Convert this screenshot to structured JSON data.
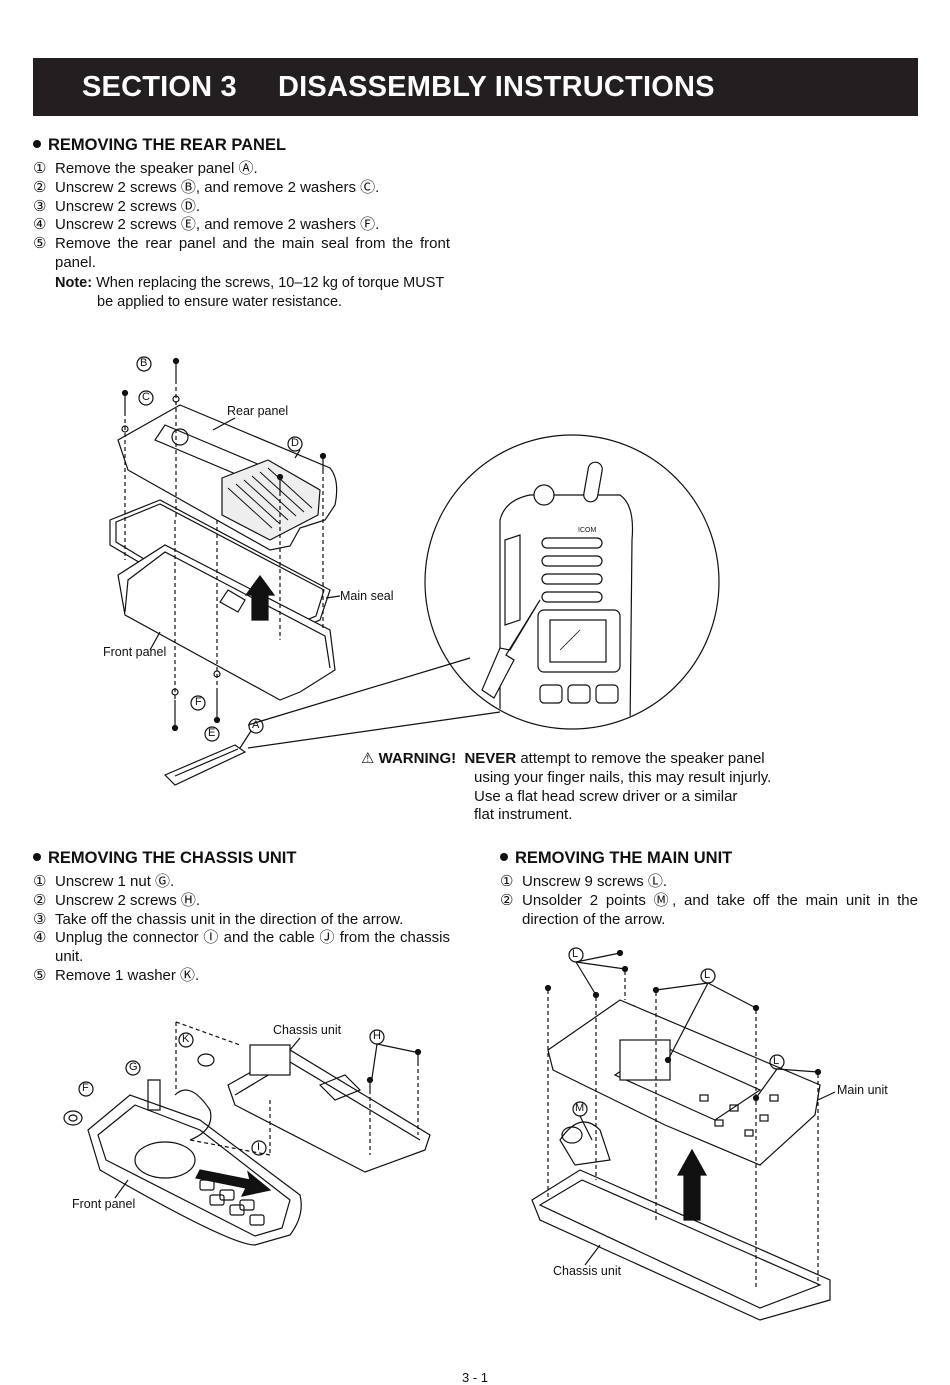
{
  "header": {
    "section": "SECTION 3",
    "title": "DISASSEMBLY INSTRUCTIONS"
  },
  "rear_panel": {
    "heading": "REMOVING THE REAR PANEL",
    "steps": [
      {
        "num": "①",
        "text": "Remove the speaker panel Ⓐ."
      },
      {
        "num": "②",
        "text": "Unscrew 2 screws Ⓑ, and remove 2 washers Ⓒ."
      },
      {
        "num": "③",
        "text": "Unscrew 2 screws Ⓓ."
      },
      {
        "num": "④",
        "text": "Unscrew 2 screws Ⓔ, and remove 2 washers Ⓕ."
      },
      {
        "num": "⑤",
        "text": "Remove the rear panel and the main seal from the front panel."
      }
    ],
    "note_label": "Note:",
    "note_line1": "When replacing the screws, 10–12 kg of torque MUST",
    "note_line2": "be applied to ensure water resistance."
  },
  "figure1": {
    "labels": {
      "rear_panel": "Rear panel",
      "main_seal": "Main seal",
      "front_panel": "Front panel",
      "A": "A",
      "B": "B",
      "C": "C",
      "D": "D",
      "E": "E",
      "F": "F"
    },
    "brand": "ICOM"
  },
  "warning": {
    "icon": "⚠",
    "label": "WARNING!",
    "never": "NEVER",
    "line1": "attempt to remove the speaker panel",
    "line2": "using your finger nails, this may result injurly.",
    "line3": "Use a flat head screw driver or a similar",
    "line4": "flat instrument."
  },
  "chassis": {
    "heading": "REMOVING THE CHASSIS UNIT",
    "steps": [
      {
        "num": "①",
        "text": "Unscrew 1 nut Ⓖ."
      },
      {
        "num": "②",
        "text": "Unscrew 2 screws Ⓗ."
      },
      {
        "num": "③",
        "text": "Take off the chassis unit in the direction of the arrow."
      },
      {
        "num": "④",
        "text": "Unplug the connector Ⓘ and the cable Ⓙ from the chassis unit."
      },
      {
        "num": "⑤",
        "text": "Remove 1 washer Ⓚ."
      }
    ],
    "labels": {
      "chassis_unit": "Chassis unit",
      "front_panel": "Front panel",
      "F": "F",
      "G": "G",
      "H": "H",
      "I": "I",
      "K": "K"
    }
  },
  "main_unit": {
    "heading": "REMOVING THE MAIN UNIT",
    "steps": [
      {
        "num": "①",
        "text": "Unscrew 9 screws Ⓛ."
      },
      {
        "num": "②",
        "text": "Unsolder 2 points Ⓜ, and take off the main unit in the direction of the arrow."
      }
    ],
    "labels": {
      "main_unit": "Main unit",
      "chassis_unit": "Chassis unit",
      "L": "L",
      "M": "M"
    }
  },
  "page_number": "3 - 1"
}
